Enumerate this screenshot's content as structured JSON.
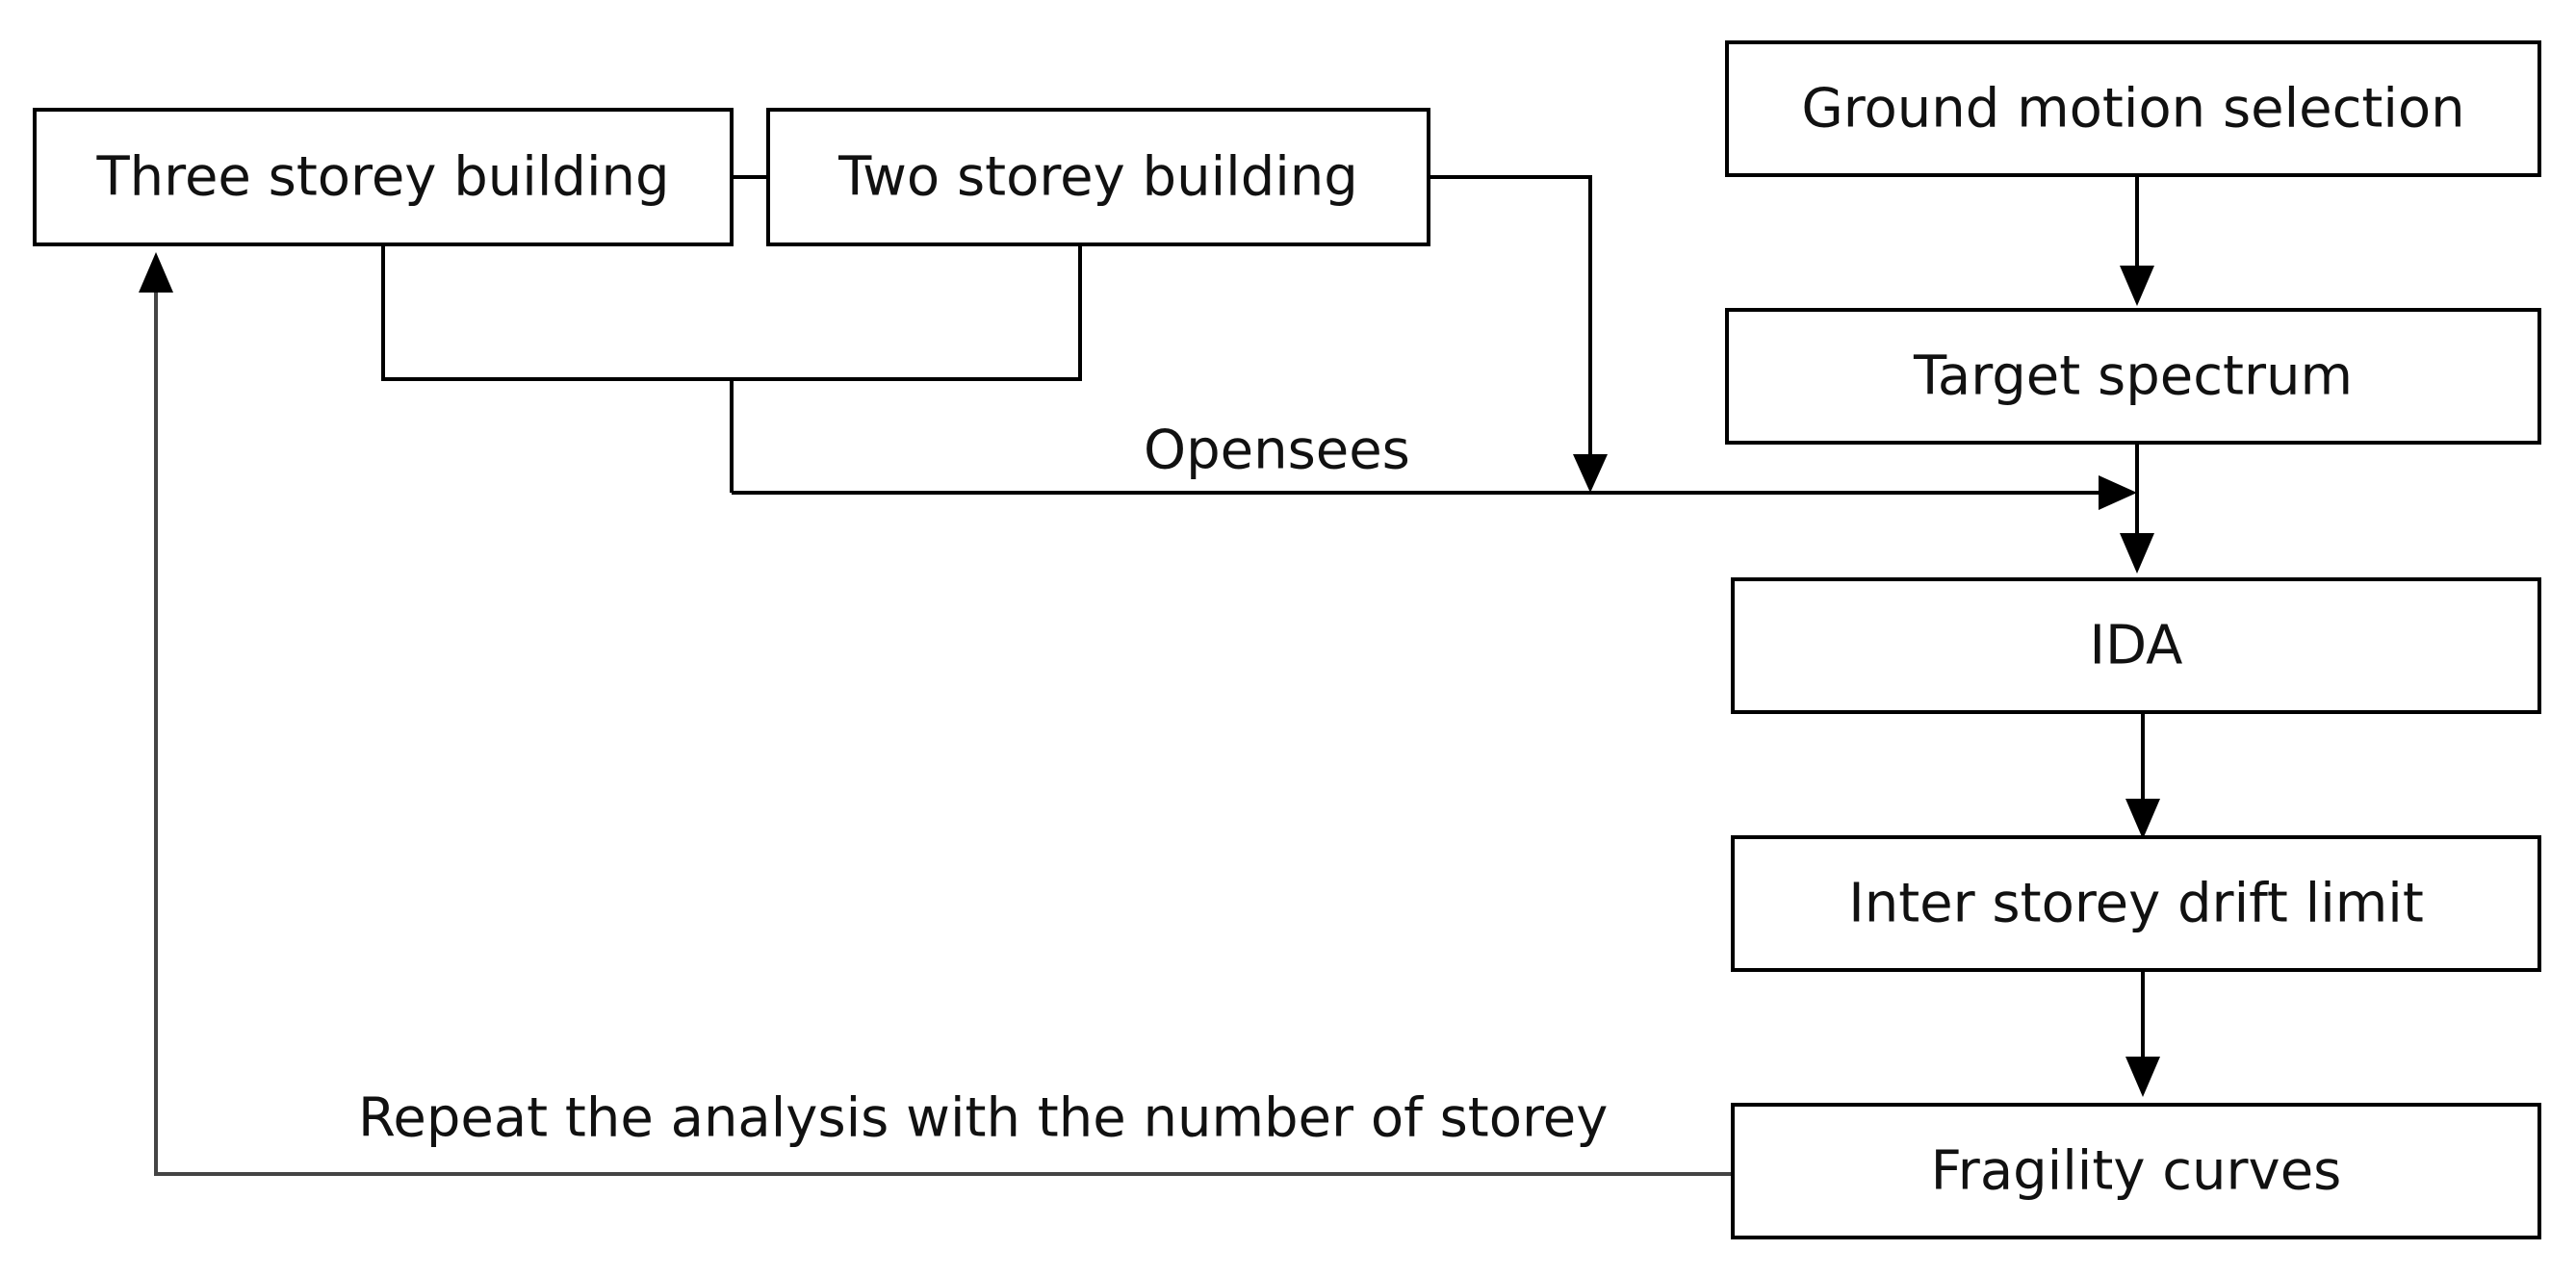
{
  "nodes": {
    "three_storey": "Three storey building",
    "two_storey": "Two storey building",
    "ground_motion": "Ground motion selection",
    "target_spectrum": "Target spectrum",
    "ida": "IDA",
    "drift_limit": "Inter storey drift limit",
    "fragility": "Fragility curves"
  },
  "labels": {
    "opensees": "Opensees",
    "repeat": "Repeat the analysis with the number of storey"
  },
  "colors": {
    "stroke": "#000000",
    "loop_stroke": "#444444",
    "fill": "#ffffff",
    "text": "#111111"
  }
}
